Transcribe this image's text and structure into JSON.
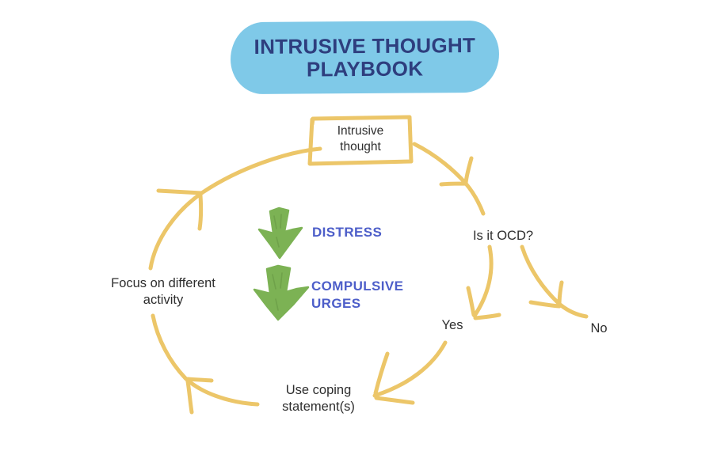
{
  "title": {
    "line1": "INTRUSIVE THOUGHT",
    "line2": "PLAYBOOK"
  },
  "nodes": {
    "intrusive_thought": {
      "line1": "Intrusive",
      "line2": "thought"
    },
    "is_it_ocd": "Is it OCD?",
    "yes": "Yes",
    "no": "No",
    "focus": {
      "line1": "Focus on different",
      "line2": "activity"
    },
    "coping": {
      "line1": "Use coping",
      "line2": "statement(s)"
    }
  },
  "labels": {
    "distress": "DISTRESS",
    "compulsive": {
      "line1": "COMPULSIVE",
      "line2": "URGES"
    }
  },
  "icons": {
    "green_arrow_1": "green-down-arrow-icon",
    "green_arrow_2": "green-down-arrow-icon"
  },
  "colors": {
    "background": "#ffffff",
    "blob": "#7fc9e8",
    "title_text": "#2e3e7e",
    "arrow_yellow": "#ecc669",
    "arrow_green": "#7cb254",
    "arrow_green_dark": "#619140",
    "label_blue": "#4d5ec9",
    "text_dark": "#2e2e2e"
  }
}
